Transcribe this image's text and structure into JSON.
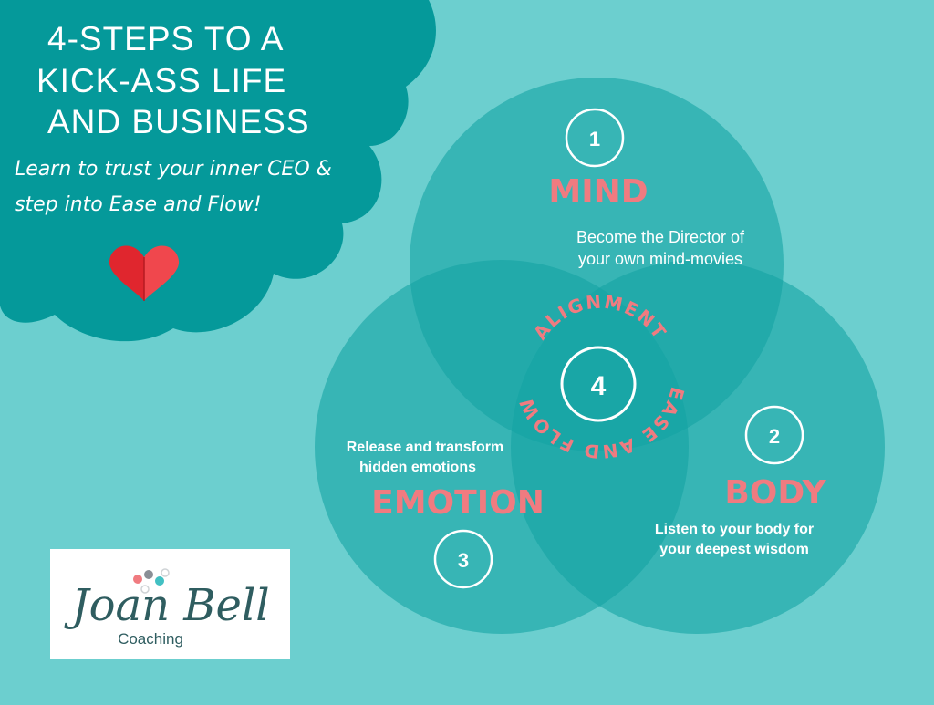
{
  "colors": {
    "background": "#6ccfcf",
    "cloud": "#05999a",
    "circle_fill": "#14a3a4",
    "label_accent": "#f07b80",
    "text": "#ffffff",
    "heart": "#e0262e",
    "logo_text": "#2f5d60"
  },
  "header": {
    "title_lines": [
      "4-STEPS TO A",
      "KICK-ASS LIFE",
      "AND BUSINESS"
    ],
    "subtitle_lines": [
      "Learn to trust your inner CEO &",
      "step into Ease and Flow!"
    ],
    "heart_icon": "heart-icon"
  },
  "steps": [
    {
      "number": "1",
      "label": "MIND",
      "description_lines": [
        "Become the Director of",
        "your own mind-movies"
      ]
    },
    {
      "number": "2",
      "label": "BODY",
      "description_lines": [
        "Listen to your body for",
        "your deepest wisdom"
      ]
    },
    {
      "number": "3",
      "label": "EMOTION",
      "description_lines": [
        "Release and transform",
        "hidden emotions"
      ]
    }
  ],
  "center": {
    "number": "4",
    "arc_top_text": "ALIGNMENT",
    "arc_right_text": "EASE AND FLOW"
  },
  "logo": {
    "name": "Joan Bell",
    "tagline": "Coaching"
  }
}
